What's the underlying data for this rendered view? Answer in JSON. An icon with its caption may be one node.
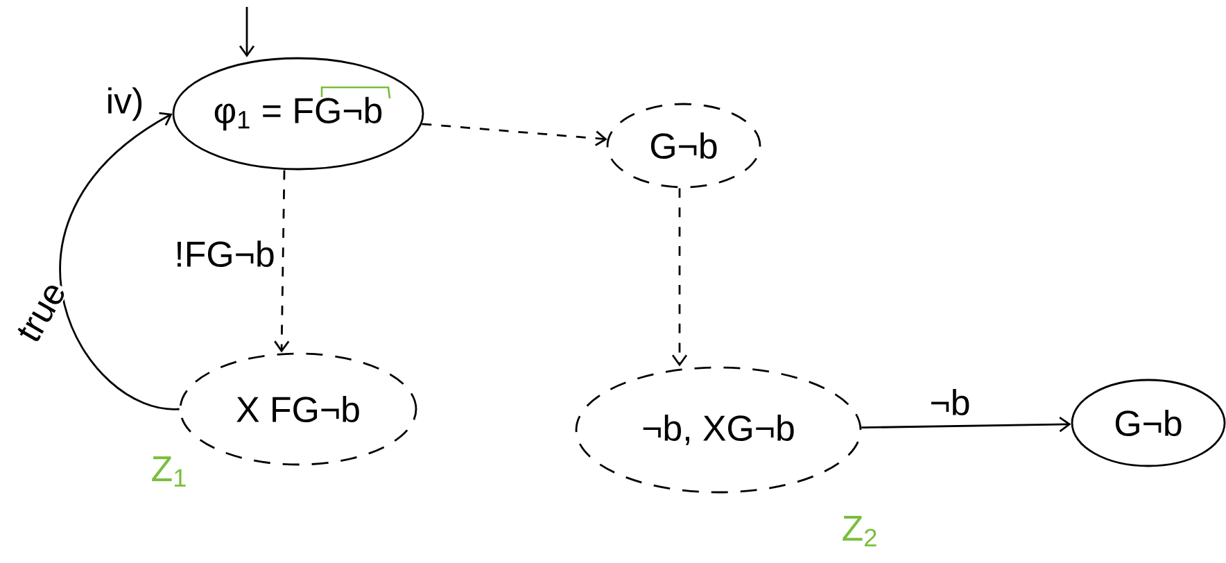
{
  "diagram": {
    "nodes": [
      {
        "text": [
          "φ$_{1}$ = FG¬b"
        ]
      },
      {
        "text": [
          "G¬b"
        ]
      },
      {
        "text": [
          "X FG¬b"
        ]
      },
      {
        "text": [
          "¬b, XG¬b"
        ]
      },
      {
        "text": [
          "G¬b"
        ]
      }
    ],
    "edges": [
      {
        "from": null,
        "to": 0,
        "arrow": "to"
      },
      {
        "from": 0,
        "to": 1,
        "arrow": "to",
        "style": "dashed"
      },
      {
        "from": 0,
        "to": 2,
        "arrow": "to",
        "style": "dashed",
        "label": "!FG¬b"
      },
      {
        "from": 2,
        "to": 0,
        "arrow": "to",
        "label": "true"
      },
      {
        "from": 1,
        "to": 3,
        "arrow": "to",
        "style": "dashed"
      },
      {
        "from": 3,
        "to": 4,
        "arrow": "to",
        "label": "¬b"
      }
    ],
    "labels": [
      "iv)",
      "Z$_{1}$",
      "Z$_{2}$"
    ]
  }
}
